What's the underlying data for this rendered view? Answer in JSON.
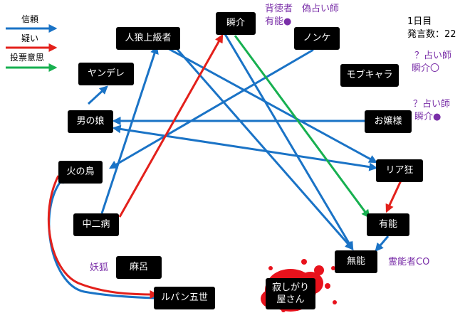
{
  "legend": [
    {
      "label": "信頼",
      "color": "#1a73c6"
    },
    {
      "label": "疑い",
      "color": "#e3201b"
    },
    {
      "label": "投票意思",
      "color": "#17b050"
    }
  ],
  "info": {
    "day": "1日目",
    "posts": "発言数：22"
  },
  "nodes": {
    "jinro": "人狼上級者",
    "shunsuke": "瞬介",
    "nonke": "ノンケ",
    "yandere": "ヤンデレ",
    "mobu": "モブキャラ",
    "otokonoko": "男の娘",
    "ojousama": "お嬢様",
    "hinotori": "火の鳥",
    "riakyo": "リア狂",
    "chuni": "中二病",
    "yuno": "有能",
    "muno": "無能",
    "asaro": "麻呂",
    "lupin": "ルパン五世",
    "sabishi": "寂しがり\n屋さん"
  },
  "notes": {
    "shunsuke_note1": "背徳者　偽占い師",
    "shunsuke_note2": "有能●",
    "mobu_note1": "？占い師",
    "mobu_note2": "瞬介〇",
    "ojou_note1": "？占い師",
    "ojou_note2": "瞬介●",
    "muno_note": "霊能者CO",
    "asaro_note": "妖狐"
  },
  "colors": {
    "trust": "#1a73c6",
    "doubt": "#e3201b",
    "vote": "#17b050",
    "note": "#7a2fa8",
    "blood": "#e8121c"
  }
}
